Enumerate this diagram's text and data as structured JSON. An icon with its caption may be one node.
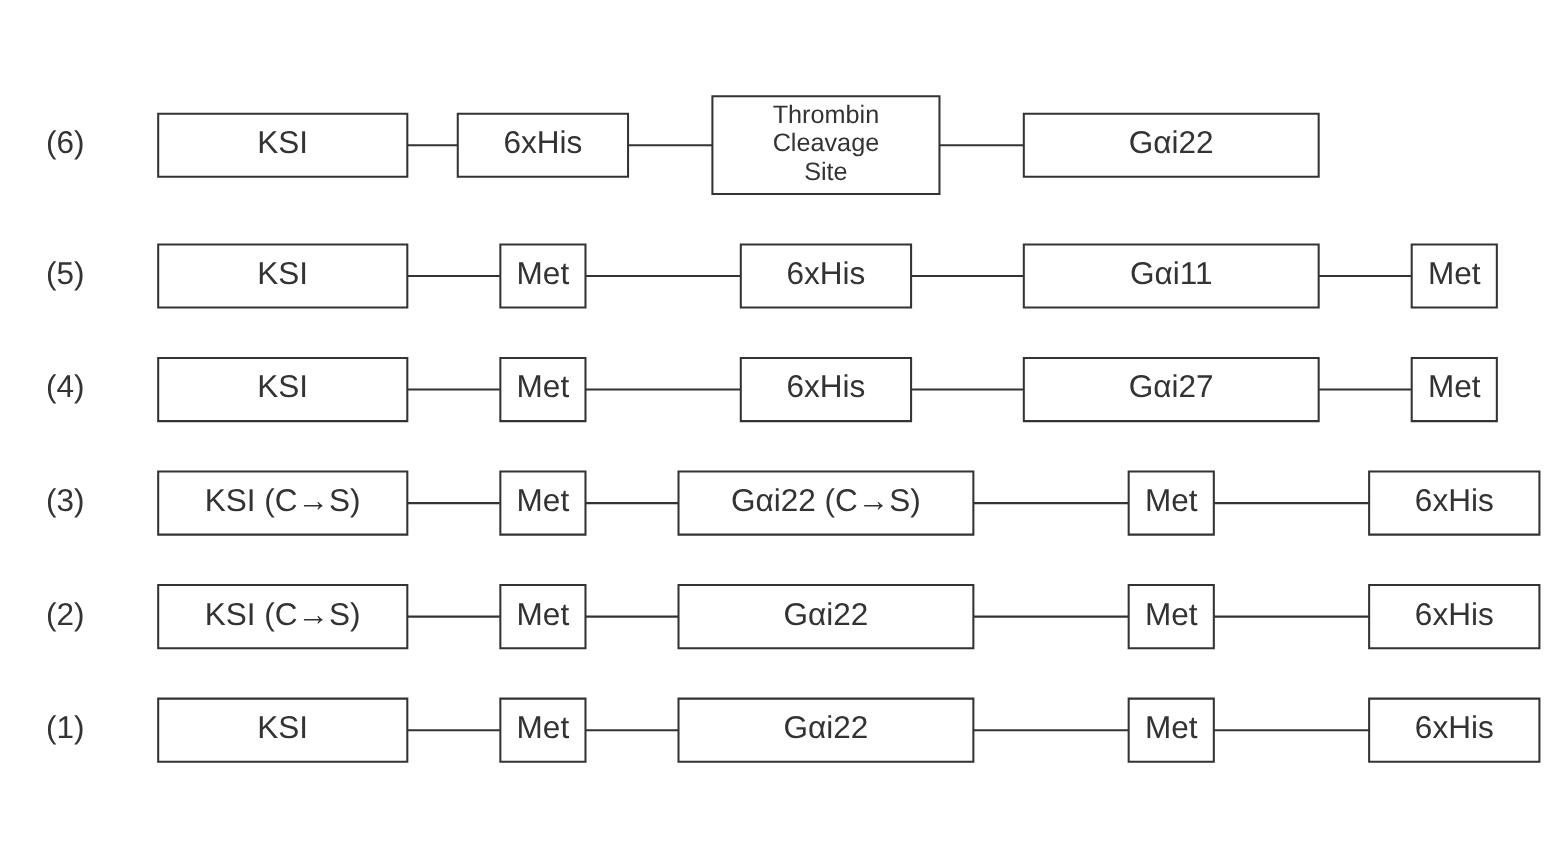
{
  "diagram": {
    "nodes": [
      {
        "text": [
          "KSI"
        ]
      },
      {
        "text": [
          "Met"
        ]
      },
      {
        "text": [
          "Gαi22"
        ]
      },
      {
        "text": [
          "Met"
        ]
      },
      {
        "text": [
          "6xHis"
        ]
      },
      {
        "text": [
          "KSI (C→S)"
        ]
      },
      {
        "text": [
          "Met"
        ]
      },
      {
        "text": [
          "Gαi22"
        ]
      },
      {
        "text": [
          "Met"
        ]
      },
      {
        "text": [
          "6xHis"
        ]
      },
      {
        "text": [
          "KSI (C→S)"
        ]
      },
      {
        "text": [
          "Met"
        ]
      },
      {
        "text": [
          "Gαi22 (C→S)"
        ]
      },
      {
        "text": [
          "Met"
        ]
      },
      {
        "text": [
          "6xHis"
        ]
      },
      {
        "text": [
          "KSI"
        ]
      },
      {
        "text": [
          "Met"
        ]
      },
      {
        "text": [
          "6xHis"
        ]
      },
      {
        "text": [
          "Gαi27"
        ]
      },
      {
        "text": [
          "Met"
        ]
      },
      {
        "text": [
          "KSI"
        ]
      },
      {
        "text": [
          "Met"
        ]
      },
      {
        "text": [
          "6xHis"
        ]
      },
      {
        "text": [
          "Gαi11"
        ]
      },
      {
        "text": [
          "Met"
        ]
      },
      {
        "text": [
          "KSI"
        ]
      },
      {
        "text": [
          "6xHis"
        ]
      },
      {
        "text": [
          "Thrombin Cleavage Site"
        ]
      },
      {
        "text": [
          "Gαi22"
        ]
      }
    ],
    "edges": [
      {
        "from": 0,
        "to": 1,
        "arrow": "none"
      },
      {
        "from": 1,
        "to": 2,
        "arrow": "none"
      },
      {
        "from": 2,
        "to": 3,
        "arrow": "none"
      },
      {
        "from": 3,
        "to": 4,
        "arrow": "none"
      },
      {
        "from": 5,
        "to": 6,
        "arrow": "none"
      },
      {
        "from": 6,
        "to": 7,
        "arrow": "none"
      },
      {
        "from": 7,
        "to": 8,
        "arrow": "none"
      },
      {
        "from": 8,
        "to": 9,
        "arrow": "none"
      },
      {
        "from": 10,
        "to": 11,
        "arrow": "none"
      },
      {
        "from": 11,
        "to": 12,
        "arrow": "none"
      },
      {
        "from": 12,
        "to": 13,
        "arrow": "none"
      },
      {
        "from": 13,
        "to": 14,
        "arrow": "none"
      },
      {
        "from": 15,
        "to": 16,
        "arrow": "none"
      },
      {
        "from": 16,
        "to": 17,
        "arrow": "none"
      },
      {
        "from": 17,
        "to": 18,
        "arrow": "none"
      },
      {
        "from": 18,
        "to": 19,
        "arrow": "none"
      },
      {
        "from": 20,
        "to": 21,
        "arrow": "none"
      },
      {
        "from": 21,
        "to": 22,
        "arrow": "none"
      },
      {
        "from": 22,
        "to": 23,
        "arrow": "none"
      },
      {
        "from": 23,
        "to": 24,
        "arrow": "none"
      },
      {
        "from": 25,
        "to": 26,
        "arrow": "none"
      },
      {
        "from": 26,
        "to": 27,
        "arrow": "none"
      },
      {
        "from": 27,
        "to": 28,
        "arrow": "none"
      }
    ],
    "labels": [
      "(1)",
      "(2)",
      "(3)",
      "(4)",
      "(5)",
      "(6)"
    ]
  }
}
